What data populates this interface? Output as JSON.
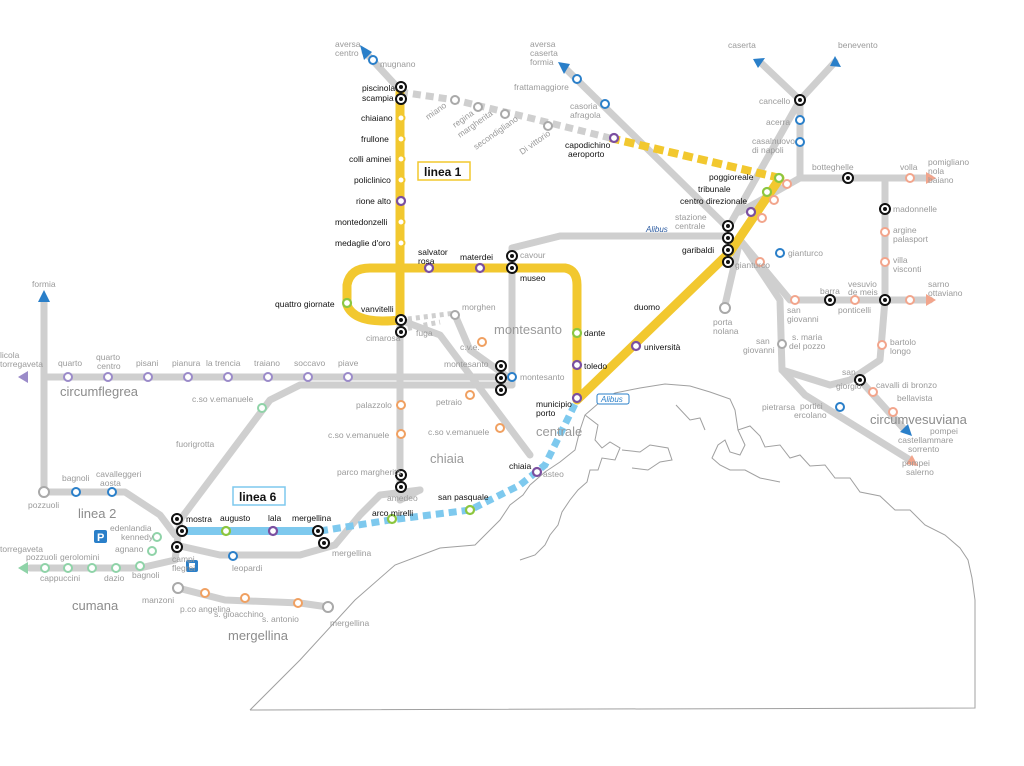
{
  "colors": {
    "grey_line": "#cfcfcf",
    "linea1": "#f2c82f",
    "linea6": "#7ec9ee",
    "green": "#8cc63f",
    "purple": "#7b4fa0",
    "circumflegrea": "#9b8bc9",
    "cumana": "#8fd3a8",
    "mergellina_line": "#f0a061",
    "vesuviana": "#f2a58c",
    "blue": "#2a7fc9",
    "coast": "#a0a0a0"
  },
  "line_labels": {
    "linea1": "linea 1",
    "linea6": "linea 6",
    "linea2": "linea 2",
    "circumflegrea": "circumflegrea",
    "circumvesuviana": "circumvesuviana",
    "cumana": "cumana",
    "mergellina": "mergellina",
    "montesanto": "montesanto",
    "chiaia": "chiaia",
    "centrale": "centrale"
  },
  "badges": {
    "alibus1": "Alibus",
    "alibus2": "Alibus",
    "parking": "P"
  },
  "stations_linea1": [
    {
      "key": "piscinola",
      "text": "piscinola"
    },
    {
      "key": "scampia",
      "text": "scampia"
    },
    {
      "key": "chiaiano",
      "text": "chiaiano"
    },
    {
      "key": "frullone",
      "text": "frullone"
    },
    {
      "key": "colli_aminei",
      "text": "colli aminei"
    },
    {
      "key": "policlinico",
      "text": "policlinico"
    },
    {
      "key": "rione_alto",
      "text": "rione alto"
    },
    {
      "key": "montedonzelli",
      "text": "montedonzelli"
    },
    {
      "key": "medaglie",
      "text": "medaglie d'oro"
    },
    {
      "key": "salvator",
      "text": "salvator"
    },
    {
      "key": "rosa",
      "text": "rosa"
    },
    {
      "key": "materdei",
      "text": "materdei"
    },
    {
      "key": "museo",
      "text": "museo"
    },
    {
      "key": "cavour",
      "text": "cavour"
    },
    {
      "key": "dante",
      "text": "dante"
    },
    {
      "key": "toledo",
      "text": "toledo"
    },
    {
      "key": "municipio",
      "text": "municipio"
    },
    {
      "key": "porto",
      "text": "porto"
    },
    {
      "key": "universita",
      "text": "università"
    },
    {
      "key": "duomo",
      "text": "duomo"
    },
    {
      "key": "garibaldi",
      "text": "garibaldi"
    },
    {
      "key": "centro_direzionale",
      "text": "centro direzionale"
    },
    {
      "key": "tribunale",
      "text": "tribunale"
    },
    {
      "key": "poggioreale",
      "text": "poggioreale"
    },
    {
      "key": "capodichino",
      "text": "capodichino"
    },
    {
      "key": "aeroporto",
      "text": "aeroporto"
    },
    {
      "key": "vanvitelli",
      "text": "vanvitelli"
    },
    {
      "key": "quattro_giornate",
      "text": "quattro giornate"
    }
  ],
  "stations_other": [
    {
      "key": "aversa",
      "text": "aversa"
    },
    {
      "key": "centro",
      "text": "centro"
    },
    {
      "key": "mugnano",
      "text": "mugnano"
    },
    {
      "key": "miano",
      "text": "miano"
    },
    {
      "key": "regina",
      "text": "regina"
    },
    {
      "key": "margherita",
      "text": "margherita"
    },
    {
      "key": "secondigliano",
      "text": "secondigliano"
    },
    {
      "key": "di_vittorio",
      "text": "Di vittorio"
    },
    {
      "key": "aversa2",
      "text": "aversa"
    },
    {
      "key": "caserta2",
      "text": "caserta"
    },
    {
      "key": "formia2",
      "text": "formia"
    },
    {
      "key": "frattamaggiore",
      "text": "frattamaggiore"
    },
    {
      "key": "casoria",
      "text": "casoria"
    },
    {
      "key": "afragola",
      "text": "afragola"
    },
    {
      "key": "caserta",
      "text": "caserta"
    },
    {
      "key": "benevento",
      "text": "benevento"
    },
    {
      "key": "cancello",
      "text": "cancello"
    },
    {
      "key": "acerra",
      "text": "acerra"
    },
    {
      "key": "casalnuovo",
      "text": "casalnuovo"
    },
    {
      "key": "di_napoli",
      "text": "di napoli"
    },
    {
      "key": "botteghelle",
      "text": "botteghelle"
    },
    {
      "key": "volla",
      "text": "volla"
    },
    {
      "key": "pomigliano",
      "text": "pomigliano"
    },
    {
      "key": "nola",
      "text": "nola"
    },
    {
      "key": "baiano",
      "text": "baiano"
    },
    {
      "key": "madonnelle",
      "text": "madonnelle"
    },
    {
      "key": "argine",
      "text": "argine"
    },
    {
      "key": "palasport",
      "text": "palasport"
    },
    {
      "key": "villa",
      "text": "villa"
    },
    {
      "key": "visconti",
      "text": "visconti"
    },
    {
      "key": "sarno",
      "text": "sarno"
    },
    {
      "key": "ottaviano",
      "text": "ottaviano"
    },
    {
      "key": "stazione",
      "text": "stazione"
    },
    {
      "key": "centrale_st",
      "text": "centrale"
    },
    {
      "key": "alibus_top",
      "text": "Alibus"
    },
    {
      "key": "gianturco",
      "text": "gianturco"
    },
    {
      "key": "gianturco2",
      "text": "gianturco"
    },
    {
      "key": "barra",
      "text": "barra"
    },
    {
      "key": "vesuvio",
      "text": "vesuvio"
    },
    {
      "key": "de_meis",
      "text": "de meis"
    },
    {
      "key": "ponticelli",
      "text": "ponticelli"
    },
    {
      "key": "porta",
      "text": "porta"
    },
    {
      "key": "nolana",
      "text": "nolana"
    },
    {
      "key": "san_giovanni",
      "text": "san"
    },
    {
      "key": "giovanni",
      "text": "giovanni"
    },
    {
      "key": "sm_pozzo",
      "text": "s. maria"
    },
    {
      "key": "del_pozzo",
      "text": "del pozzo"
    },
    {
      "key": "bartolo",
      "text": "bartolo"
    },
    {
      "key": "longo",
      "text": "longo"
    },
    {
      "key": "san_giovanni2",
      "text": "san"
    },
    {
      "key": "giovanni2",
      "text": "giovanni"
    },
    {
      "key": "san_giorgio",
      "text": "san"
    },
    {
      "key": "giorgio",
      "text": "giorgio"
    },
    {
      "key": "cavalli",
      "text": "cavalli di bronzo"
    },
    {
      "key": "bellavista",
      "text": "bellavista"
    },
    {
      "key": "pietrarsa",
      "text": "pietrarsa"
    },
    {
      "key": "portici",
      "text": "portici"
    },
    {
      "key": "ercolano",
      "text": "ercolano"
    },
    {
      "key": "pompei",
      "text": "pompei"
    },
    {
      "key": "castellammare",
      "text": "castellammare"
    },
    {
      "key": "sorrento",
      "text": "sorrento"
    },
    {
      "key": "pompei2",
      "text": "pompei"
    },
    {
      "key": "salerno",
      "text": "salerno"
    },
    {
      "key": "morghen",
      "text": "morghen"
    },
    {
      "key": "fuga",
      "text": "fuga"
    },
    {
      "key": "cimarosa",
      "text": "cimarosa"
    },
    {
      "key": "cve",
      "text": "c.v.e."
    },
    {
      "key": "montesanto_st",
      "text": "montesanto"
    },
    {
      "key": "montesanto_st2",
      "text": "montesanto"
    },
    {
      "key": "formia",
      "text": "formia"
    },
    {
      "key": "licola",
      "text": "licola"
    },
    {
      "key": "torregaveta",
      "text": "torregaveta"
    },
    {
      "key": "quarto",
      "text": "quarto"
    },
    {
      "key": "quarto_centro1",
      "text": "quarto"
    },
    {
      "key": "quarto_centro2",
      "text": "centro"
    },
    {
      "key": "pisani",
      "text": "pisani"
    },
    {
      "key": "pianura",
      "text": "pianura"
    },
    {
      "key": "la_trencia",
      "text": "la trencia"
    },
    {
      "key": "traiano",
      "text": "traiano"
    },
    {
      "key": "soccavo",
      "text": "soccavo"
    },
    {
      "key": "piave",
      "text": "piave"
    },
    {
      "key": "cso_ve1",
      "text": "c.so v.emanuele"
    },
    {
      "key": "fuorigrotta",
      "text": "fuorigrotta"
    },
    {
      "key": "palazzolo",
      "text": "palazzolo"
    },
    {
      "key": "cso_ve2",
      "text": "c.so v.emanuele"
    },
    {
      "key": "petraio",
      "text": "petraio"
    },
    {
      "key": "cso_ve3",
      "text": "c.so v.emanuele"
    },
    {
      "key": "parco_margherita",
      "text": "parco margherita"
    },
    {
      "key": "amedeo",
      "text": "amedeo"
    },
    {
      "key": "chiaia_st",
      "text": "chiaia"
    },
    {
      "key": "chiaia_st2",
      "text": "chiaia"
    },
    {
      "key": "san_pasquale",
      "text": "san pasquale"
    },
    {
      "key": "arco_mirelli",
      "text": "arco mirelli"
    },
    {
      "key": "mergellina_st",
      "text": "mergellina"
    },
    {
      "key": "mergellina_st2",
      "text": "mergellina"
    },
    {
      "key": "lala",
      "text": "lala"
    },
    {
      "key": "augusto",
      "text": "augusto"
    },
    {
      "key": "mostra",
      "text": "mostra"
    },
    {
      "key": "leopardi",
      "text": "leopardi"
    },
    {
      "key": "bagnoli",
      "text": "bagnoli"
    },
    {
      "key": "pozzuoli",
      "text": "pozzuoli"
    },
    {
      "key": "cavalleggeri",
      "text": "cavalleggeri"
    },
    {
      "key": "aosta",
      "text": "aosta"
    },
    {
      "key": "edenlandia",
      "text": "edenlandia"
    },
    {
      "key": "kennedy",
      "text": "kennedy"
    },
    {
      "key": "agnano",
      "text": "agnano"
    },
    {
      "key": "campi",
      "text": "campi"
    },
    {
      "key": "flegrei",
      "text": "flegrei"
    },
    {
      "key": "torregaveta2",
      "text": "torregaveta"
    },
    {
      "key": "pozzuoli2",
      "text": "pozzuoli"
    },
    {
      "key": "gerolomini",
      "text": "gerolomini"
    },
    {
      "key": "cappuccini",
      "text": "cappuccini"
    },
    {
      "key": "dazio",
      "text": "dazio"
    },
    {
      "key": "bagnoli2",
      "text": "bagnoli"
    },
    {
      "key": "manzoni",
      "text": "manzoni"
    },
    {
      "key": "pco_angelina",
      "text": "p.co angelina"
    },
    {
      "key": "s_gioacchino",
      "text": "s. gioacchino"
    },
    {
      "key": "s_antonio",
      "text": "s. antonio"
    },
    {
      "key": "mergellina_funi",
      "text": "mergellina"
    },
    {
      "key": "chiaia_pasteo",
      "text": "asteo"
    }
  ]
}
